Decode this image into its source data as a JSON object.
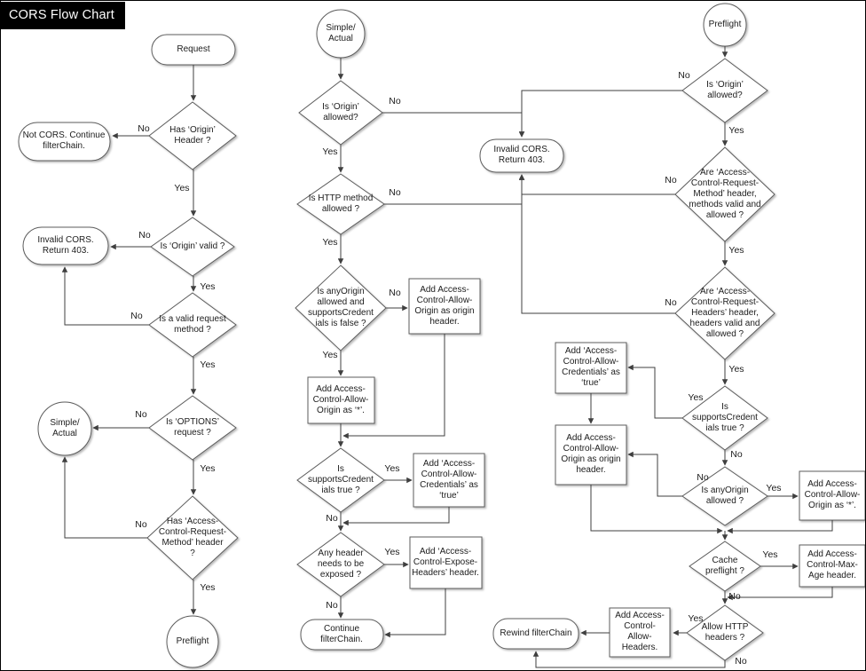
{
  "title": "CORS Flow Chart",
  "edge_labels": {
    "yes": "Yes",
    "no": "No"
  },
  "request_flow": {
    "start": "Request",
    "has_origin_header": "Has ‘Origin’\nHeader ?",
    "not_cors": "Not CORS. Continue\nfilterChain.",
    "is_origin_valid": "Is ‘Origin’ valid ?",
    "invalid_cors": "Invalid CORS.\nReturn 403.",
    "is_valid_method": "Is a valid request\nmethod ?",
    "is_options_request": "Is ‘OPTIONS’\nrequest ?",
    "simple_actual": "Simple/\nActual",
    "has_acrm_header": "Has ‘Access-\nControl-Request-\nMethod’ header\n?",
    "preflight": "Preflight"
  },
  "simple_actual_flow": {
    "start": "Simple/\nActual",
    "is_origin_allowed": "Is ‘Origin’\nallowed?",
    "is_method_allowed": "Is HTTP method\nallowed ?",
    "invalid_cors": "Invalid CORS.\nReturn 403.",
    "anyorigin_and_credentials_false": "Is anyOrigin\nallowed and\nsupportsCredent\nials is false ?",
    "add_origin_as_origin": "Add Access-\nControl-Allow-\nOrigin as origin\nheader.",
    "add_origin_as_star": "Add Access-\nControl-Allow-\nOrigin as ‘*’.",
    "is_supports_credentials": "Is\nsupportsCredent\nials true ?",
    "add_allow_credentials": "Add ‘Access-\nControl-Allow-\nCredentials’ as\n‘true’",
    "any_header_exposed": "Any header\nneeds to be\nexposed ?",
    "add_expose_headers": "Add ‘Access-\nControl-Expose-\nHeaders’ header.",
    "continue_filterchain": "Continue filterChain."
  },
  "preflight_flow": {
    "start": "Preflight",
    "is_origin_allowed": "Is ‘Origin’\nallowed?",
    "acrm_valid_allowed": "Are ‘Access-\nControl-Request-\nMethod’ header,\nmethods  valid and\nallowed ?",
    "acrh_valid_allowed": "Are ‘Access-\nControl-Request-\nHeaders’ header,\nheaders valid and\nallowed ?",
    "is_supports_credentials": "Is\nsupportsCredent\nials true ?",
    "add_allow_credentials": "Add ‘Access-\nControl-Allow-\nCredentials’ as\n‘true’",
    "add_origin_as_origin": "Add Access-\nControl-Allow-\nOrigin as origin\nheader.",
    "is_anyorigin_allowed": "Is anyOrigin\nallowed ?",
    "add_origin_as_star": "Add Access-\nControl-Allow-\nOrigin as ‘*’.",
    "cache_preflight": "Cache\npreflight ?",
    "add_max_age": "Add Access-\nControl-Max-\nAge header.",
    "allow_http_headers": "Allow HTTP\nheaders ?",
    "add_allow_headers": "Add Access-\nControl-\nAllow-\nHeaders.",
    "rewind_filterchain": "Rewind filterChain"
  }
}
